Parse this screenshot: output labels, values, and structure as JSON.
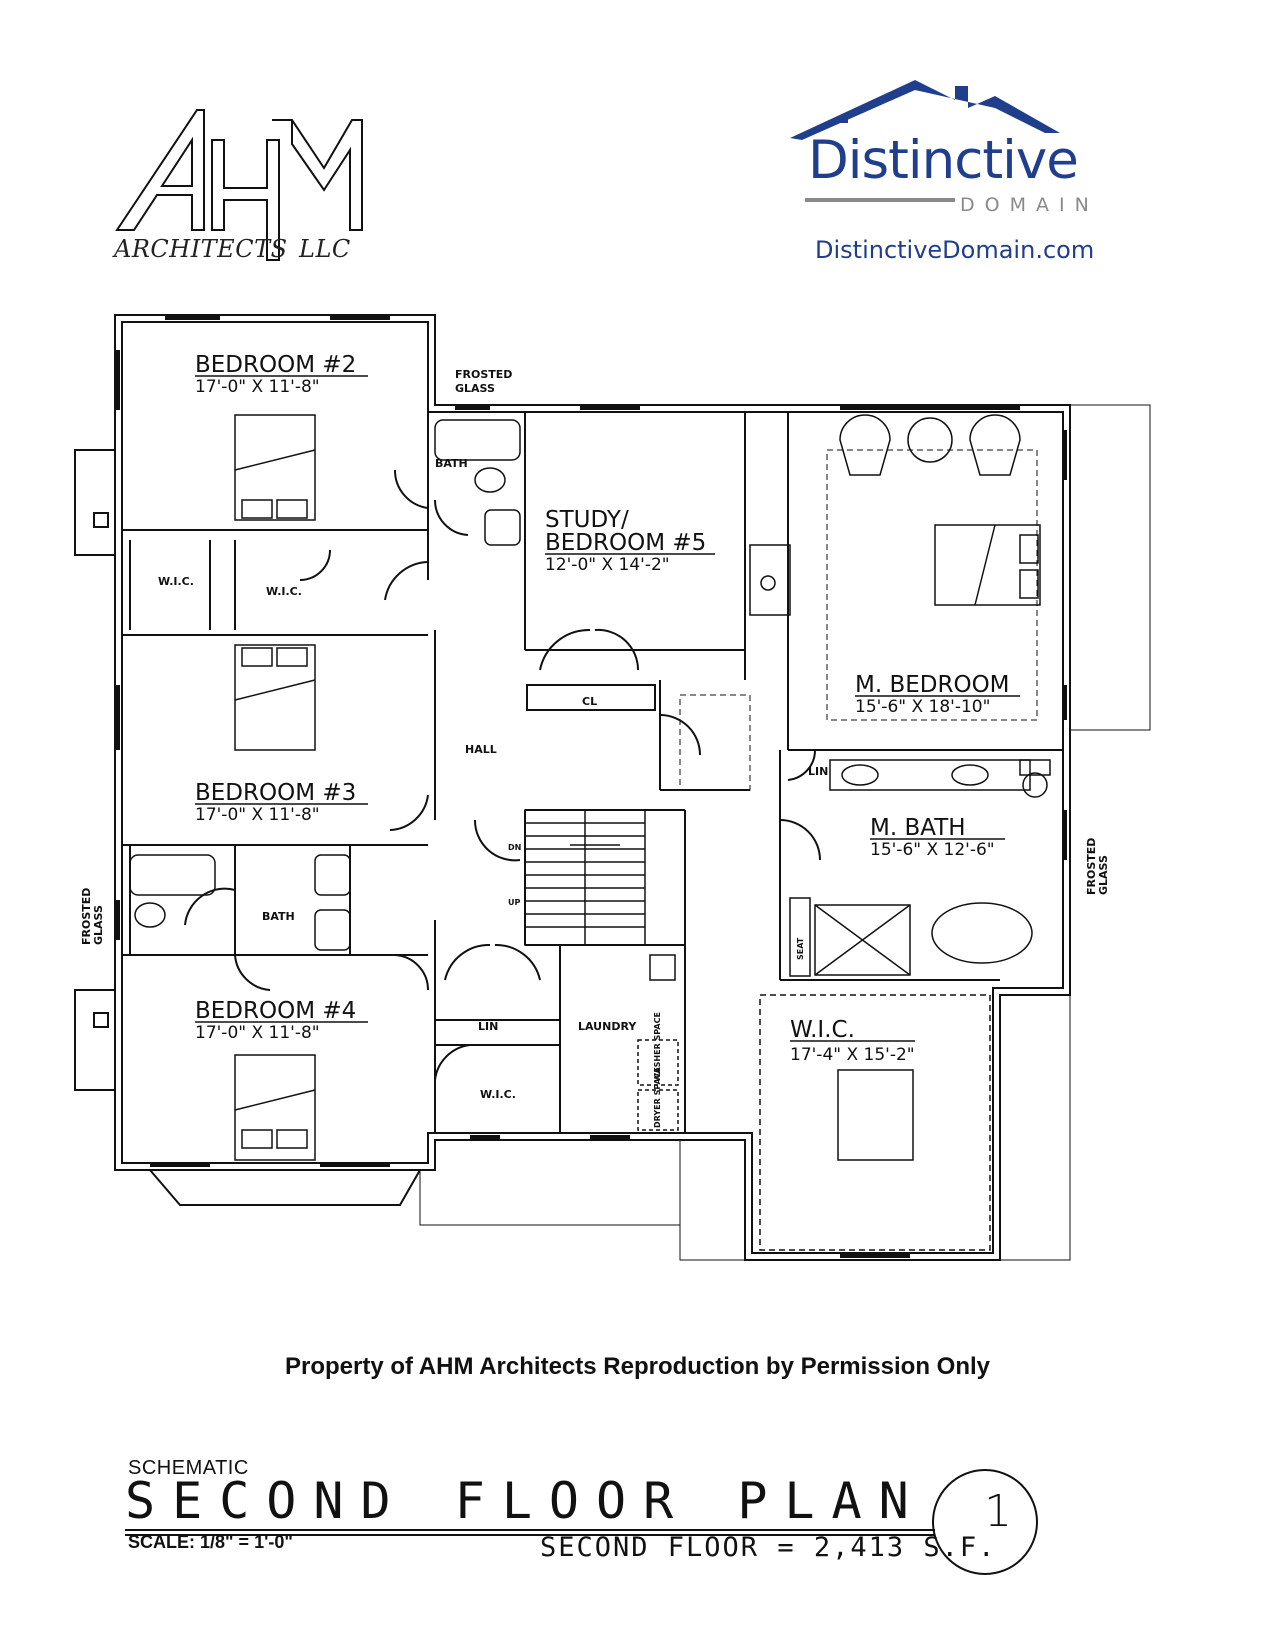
{
  "logos": {
    "ahm": {
      "mark": "AHM",
      "left": "ARCHITECTS",
      "right": "LLC"
    },
    "distinctive": {
      "name": "Distinctive",
      "domain": "DOMAIN",
      "url": "DistinctiveDomain.com",
      "brand_color": "#1f3e8c"
    }
  },
  "rooms": [
    {
      "name": "BEDROOM #2",
      "dims": "17'-0\" X 11'-8\""
    },
    {
      "name": "STUDY/",
      "name2": "BEDROOM #5",
      "dims": "12'-0\" X 14'-2\""
    },
    {
      "name": "M. BEDROOM",
      "dims": "15'-6\" X 18'-10\""
    },
    {
      "name": "BEDROOM #3",
      "dims": "17'-0\" X 11'-8\""
    },
    {
      "name": "M. BATH",
      "dims": "15'-6\" X 12'-6\""
    },
    {
      "name": "BEDROOM #4",
      "dims": "17'-0\" X 11'-8\""
    },
    {
      "name": "W.I.C.",
      "dims": "17'-4\" X 15'-2\""
    }
  ],
  "labels": {
    "frosted": "FROSTED",
    "glass": "GLASS",
    "bath": "BATH",
    "wic": "W.I.C.",
    "cl": "CL",
    "hall": "HALL",
    "lin": "LIN",
    "dn": "DN",
    "up": "UP",
    "laundry": "LAUNDRY",
    "seat": "SEAT",
    "washer": "WASHER SPACE",
    "dryer": "DRYER SPACE"
  },
  "note": "Property of AHM Architects Reproduction by Permission Only",
  "title_block": {
    "schematic": "SCHEMATIC",
    "title": "SECOND FLOOR PLAN",
    "scale": "SCALE: 1/8\" = 1'-0\"",
    "area": "SECOND FLOOR = 2,413 S.F.",
    "sheet": "1"
  }
}
